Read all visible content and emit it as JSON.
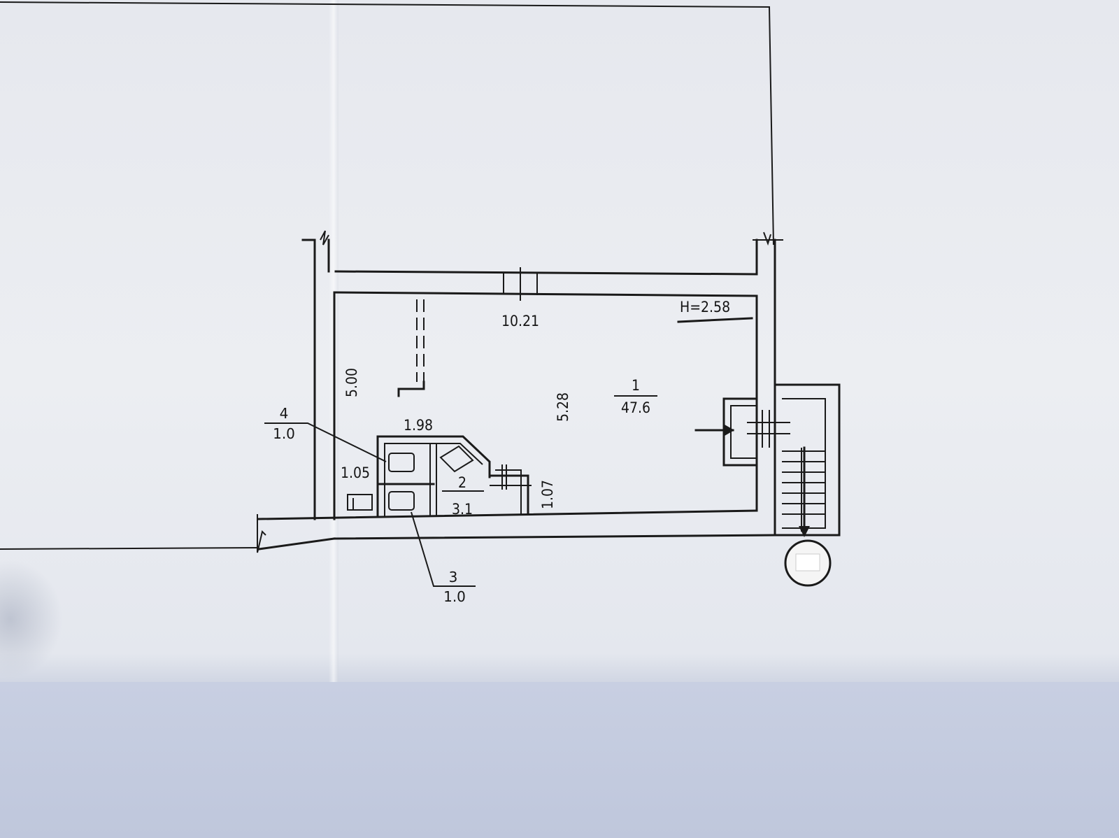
{
  "plan": {
    "dimensions": {
      "length_top": "10.21",
      "ceiling_height": "H=2.58",
      "depth_left": "5.00",
      "depth_inner": "5.28",
      "bath_width": "1.98",
      "bath_depth": "1.05",
      "corridor_depth": "1.07"
    },
    "rooms": [
      {
        "number": "1",
        "area": "47.6"
      },
      {
        "number": "2",
        "area": "3.1"
      },
      {
        "number": "3",
        "area": "1.0"
      },
      {
        "number": "4",
        "area": "1.0"
      }
    ]
  }
}
